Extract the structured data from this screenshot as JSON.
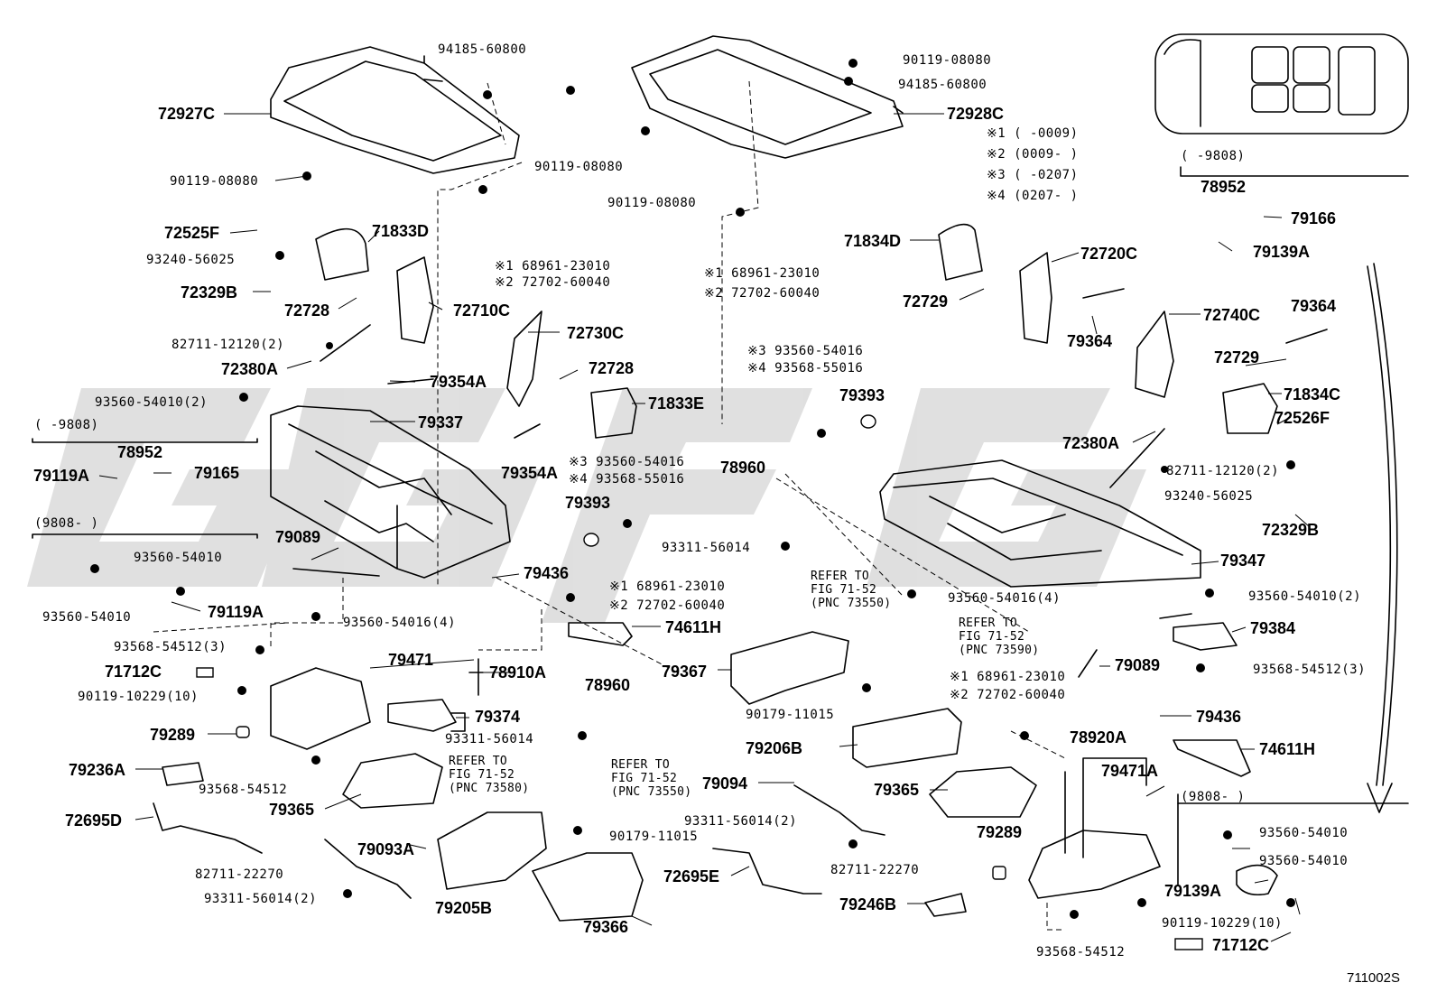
{
  "diagram_code": "711002S",
  "watermark_text": "GFG",
  "part_labels": [
    "72927C",
    "72928C",
    "72525F",
    "71833D",
    "72329B",
    "72728",
    "72710C",
    "72380A",
    "72730C",
    "79354A",
    "71833E",
    "72728",
    "79337",
    "79354A",
    "78952",
    "79119A",
    "79165",
    "79393",
    "79089",
    "79119A",
    "79436",
    "74611H",
    "71712C",
    "79471",
    "78910A",
    "79289",
    "79374",
    "78960",
    "79236A",
    "79365",
    "72695D",
    "79093A",
    "79205B",
    "79366",
    "79367",
    "79206B",
    "79094",
    "72695E",
    "79246B",
    "79365",
    "79289",
    "71834D",
    "72720C",
    "72729",
    "79364",
    "72740C",
    "79364",
    "72729",
    "71834C",
    "72526F",
    "72380A",
    "79393",
    "78960",
    "72329B",
    "79347",
    "79384",
    "79089",
    "78920A",
    "79436",
    "74611H",
    "79471A",
    "78952",
    "79166",
    "79139A",
    "79139A",
    "71712C"
  ],
  "number_labels": [
    "94185-60800",
    "90119-08080",
    "90119-08080",
    "90119-08080",
    "90119-08080",
    "94185-60800",
    "93240-56025",
    "82711-12120(2)",
    "93560-54010(2)",
    "93560-54010",
    "93560-54010",
    "93560-54016(4)",
    "93568-54512(3)",
    "90119-10229(10)",
    "93311-56014",
    "93568-54512",
    "82711-22270",
    "93311-56014(2)",
    "90179-11015",
    "90179-11015",
    "93311-56014(2)",
    "82711-22270",
    "93311-56014",
    "93560-54016(4)",
    "93240-56025",
    "93560-54010(2)",
    "93568-54512(3)",
    "93560-54010",
    "93560-54010",
    "90119-10229(10)",
    "93568-54512",
    "82711-12120(2)"
  ],
  "notes": {
    "l1": "※1 68961-23010",
    "l2": "※2 72702-60040",
    "c1": "※1 68961-23010",
    "c2": "※2 72702-60040",
    "m3": "※3 93560-54016",
    "m4": "※4 93568-55016",
    "n3": "※3 93560-54016",
    "n4": "※4 93568-55016",
    "k1": "※1 68961-23010",
    "k2": "※2 72702-60040",
    "j1": "※1 68961-23010",
    "j2": "※2 72702-60040"
  },
  "legend": {
    "r1": "※1 (     -0009)",
    "r2": "※2 (0009-     )",
    "r3": "※3 (     -0207)",
    "r4": "※4 (0207-     )"
  },
  "date_ranges": {
    "left_a": "(     -9808)",
    "left_b": "(9808-     )",
    "right_a": "(     -9808)",
    "right_b": "(9808-     )"
  },
  "references": {
    "ref1_a": "REFER TO",
    "ref1_b": "FIG 71-52",
    "ref1_c": "(PNC 73550)",
    "ref2_a": "REFER TO",
    "ref2_b": "FIG 71-52",
    "ref2_c": "(PNC 73590)",
    "ref3_a": "REFER TO",
    "ref3_b": "FIG 71-52",
    "ref3_c": "(PNC 73580)",
    "ref4_a": "REFER TO",
    "ref4_b": "FIG 71-52",
    "ref4_c": "(PNC 73550)"
  }
}
